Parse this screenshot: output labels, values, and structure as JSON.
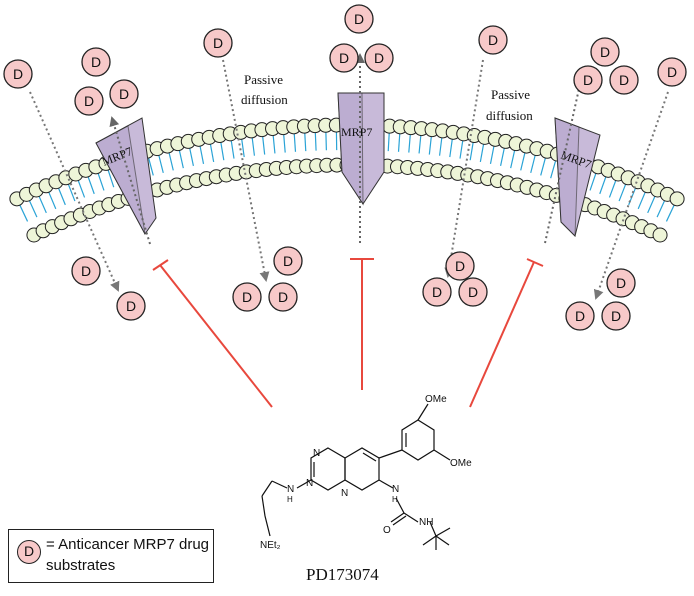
{
  "diagram": {
    "drug_symbol": "D",
    "transporter_label": "MRP7",
    "passive_label_line1": "Passive",
    "passive_label_line2": "diffusion",
    "compound_name": "PD173074",
    "substituents": {
      "ome_top": "OMe",
      "ome_bottom": "OMe",
      "net2": "NEt₂",
      "nh_left": "N",
      "h_left": "H",
      "n_ring1": "N",
      "n_ring2": "N",
      "n_ring3": "N",
      "nh_right": "N",
      "h_right": "H",
      "nh_urea": "NH",
      "o_urea": "O"
    }
  },
  "legend": {
    "symbol": "D",
    "text": "= Anticancer MRP7 drug substrates"
  },
  "colors": {
    "drug_fill": "#f7c9c9",
    "lipid_head": "#eef5d8",
    "lipid_tail": "#2aa3d6",
    "transporter": "#c8bad9",
    "inhibition": "#e8483d",
    "arrow": "#888888"
  }
}
